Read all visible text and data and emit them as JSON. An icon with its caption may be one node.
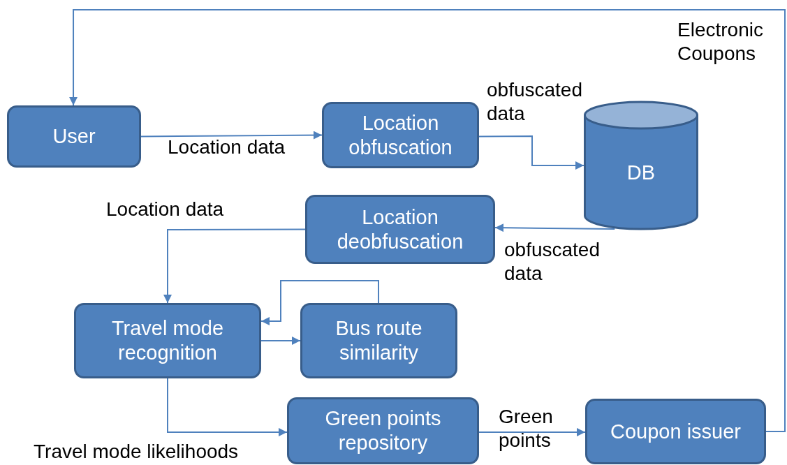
{
  "diagram": {
    "nodes": [
      {
        "text": [
          "User"
        ]
      },
      {
        "text": [
          "Location obfuscation"
        ]
      },
      {
        "text": [
          "DB"
        ]
      },
      {
        "text": [
          "Location deobfuscation"
        ]
      },
      {
        "text": [
          "Travel mode recognition"
        ]
      },
      {
        "text": [
          "Bus route similarity"
        ]
      },
      {
        "text": [
          "Green points repository"
        ]
      },
      {
        "text": [
          "Coupon issuer"
        ]
      }
    ],
    "edges": [
      {
        "from": 0,
        "to": 1,
        "arrow": "to",
        "label": "Location data"
      },
      {
        "from": 1,
        "to": 2,
        "arrow": "to",
        "label": "obfuscated data"
      },
      {
        "from": 2,
        "to": 3,
        "arrow": "to",
        "label": "obfuscated data"
      },
      {
        "from": 3,
        "to": 4,
        "arrow": "to",
        "label": "Location data"
      },
      {
        "from": 4,
        "to": 5,
        "arrow": "to"
      },
      {
        "from": 5,
        "to": 4,
        "arrow": "to"
      },
      {
        "from": 4,
        "to": 6,
        "arrow": "to",
        "label": "Travel mode likelihoods"
      },
      {
        "from": 6,
        "to": 7,
        "arrow": "to",
        "label": "Green points"
      },
      {
        "from": 7,
        "to": 0,
        "arrow": "to",
        "label": "Electronic Coupons"
      }
    ]
  }
}
